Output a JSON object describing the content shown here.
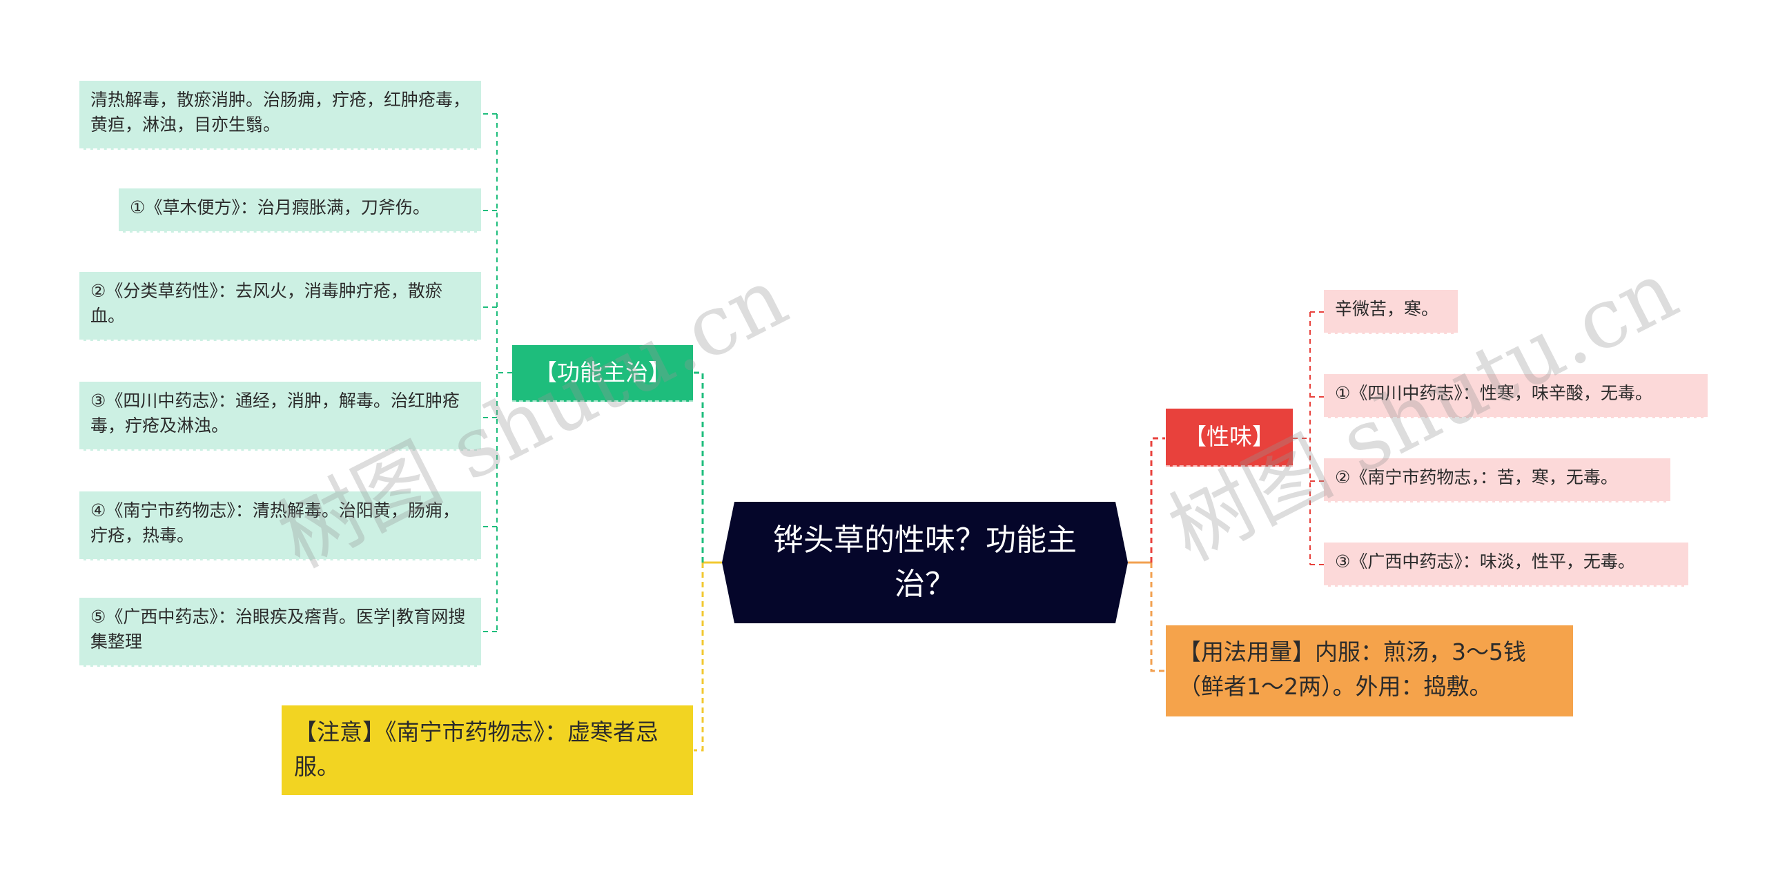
{
  "root": {
    "title": "铧头草的性味？功能主治？"
  },
  "left": {
    "functions": {
      "label": "【功能主治】",
      "items": [
        "清热解毒，散瘀消肿。治肠痈，疔疮，红肿疮毒，黄疸，淋浊，目亦生翳。",
        "①《草木便方》：治月瘕胀满，刀斧伤。",
        "②《分类草药性》：去风火，消毒肿疔疮，散瘀血。",
        "③《四川中药志》：通经，消肿，解毒。治红肿疮毒，疔疮及淋浊。",
        "④《南宁市药物志》：清热解毒。治阳黄，肠痈，疔疮，热毒。",
        "⑤《广西中药志》：治眼疾及瘩背。医学|教育网搜集整理"
      ]
    },
    "caution": {
      "text": "【注意】《南宁市药物志》：虚寒者忌服。"
    }
  },
  "right": {
    "nature": {
      "label": "【性味】",
      "items": [
        "辛微苦，寒。",
        "①《四川中药志》：性寒，味辛酸，无毒。",
        "②《南宁市药物志，：苦，寒，无毒。",
        "③《广西中药志》：味淡，性平，无毒。"
      ]
    },
    "usage": {
      "text": "【用法用量】内服：煎汤，3～5钱（鲜者1～2两）。外用：捣敷。"
    }
  },
  "watermark": "树图 shutu.cn",
  "colors": {
    "root_bg": "#05062a",
    "functions_branch": "#1ebd7c",
    "nature_branch": "#e8413c",
    "caution_bg": "#f2d422",
    "usage_bg": "#f5a34b",
    "mint_leaf": "#ccf0e3",
    "pink_leaf": "#fcd9d9"
  }
}
